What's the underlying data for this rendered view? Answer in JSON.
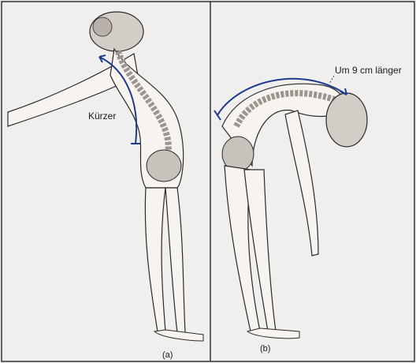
{
  "panels": {
    "a": {
      "caption": "(a)",
      "annotation": "Kürzer"
    },
    "b": {
      "caption": "(b)",
      "annotation": "Um 9 cm länger"
    }
  },
  "colors": {
    "background": "#f1efee",
    "panel_border": "#333333",
    "arrow": "#1f3b8f",
    "bone": "#c8c2bd",
    "skin": "#f7f3ef",
    "line": "#2a2a2a"
  }
}
